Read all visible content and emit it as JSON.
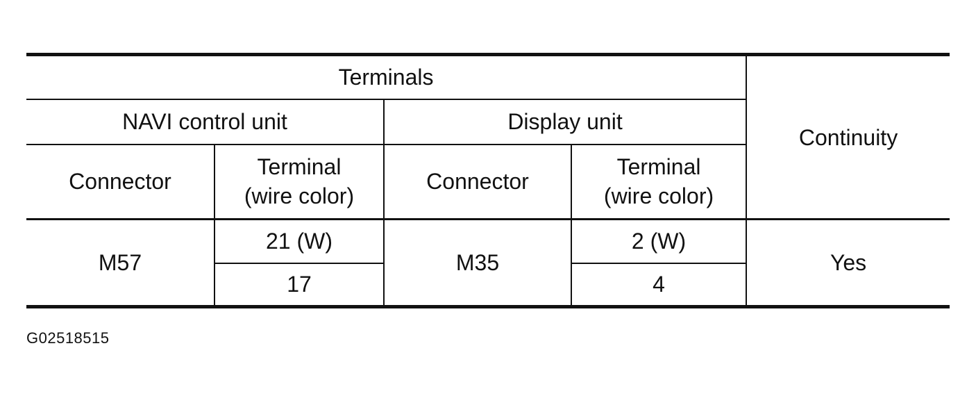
{
  "table": {
    "header_terminals": "Terminals",
    "header_continuity": "Continuity",
    "group_navi": "NAVI control unit",
    "group_display": "Display unit",
    "sub_connector_1": "Connector",
    "sub_terminal_1_line1": "Terminal",
    "sub_terminal_1_line2": "(wire color)",
    "sub_connector_2": "Connector",
    "sub_terminal_2_line1": "Terminal",
    "sub_terminal_2_line2": "(wire color)",
    "navi_connector": "M57",
    "navi_terminals": [
      "21 (W)",
      "17"
    ],
    "display_connector": "M35",
    "display_terminals": [
      "2 (W)",
      "4"
    ],
    "continuity_value": "Yes"
  },
  "figure_id": "G02518515"
}
